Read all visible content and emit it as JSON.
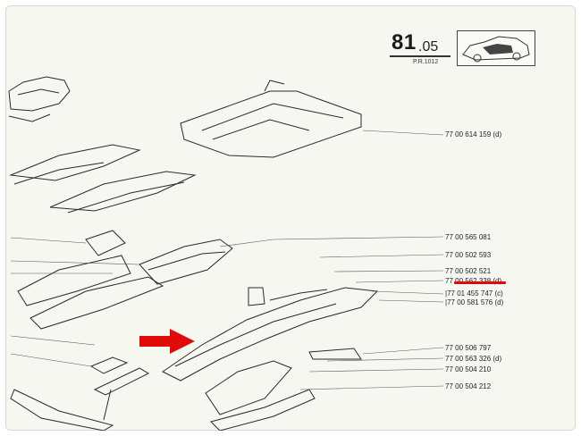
{
  "header": {
    "page_number": "81",
    "page_subsection": ".05",
    "reference": "P.R.1012"
  },
  "part_numbers": [
    "77 00 614 159 (d)",
    "77 00 565 081",
    "77 00 502 593",
    "77 00 502 521",
    "77 00 562 338 (d)",
    "|77 01 455 747 (c)",
    "|77 00 581 576 (d)",
    "77 00 506 797",
    "77 00 563 326 (d)",
    "77 00 504 210",
    "77 00 504 212"
  ],
  "highlight": {
    "underline_color": "#e10a0a",
    "arrow_color": "#e10a0a"
  }
}
